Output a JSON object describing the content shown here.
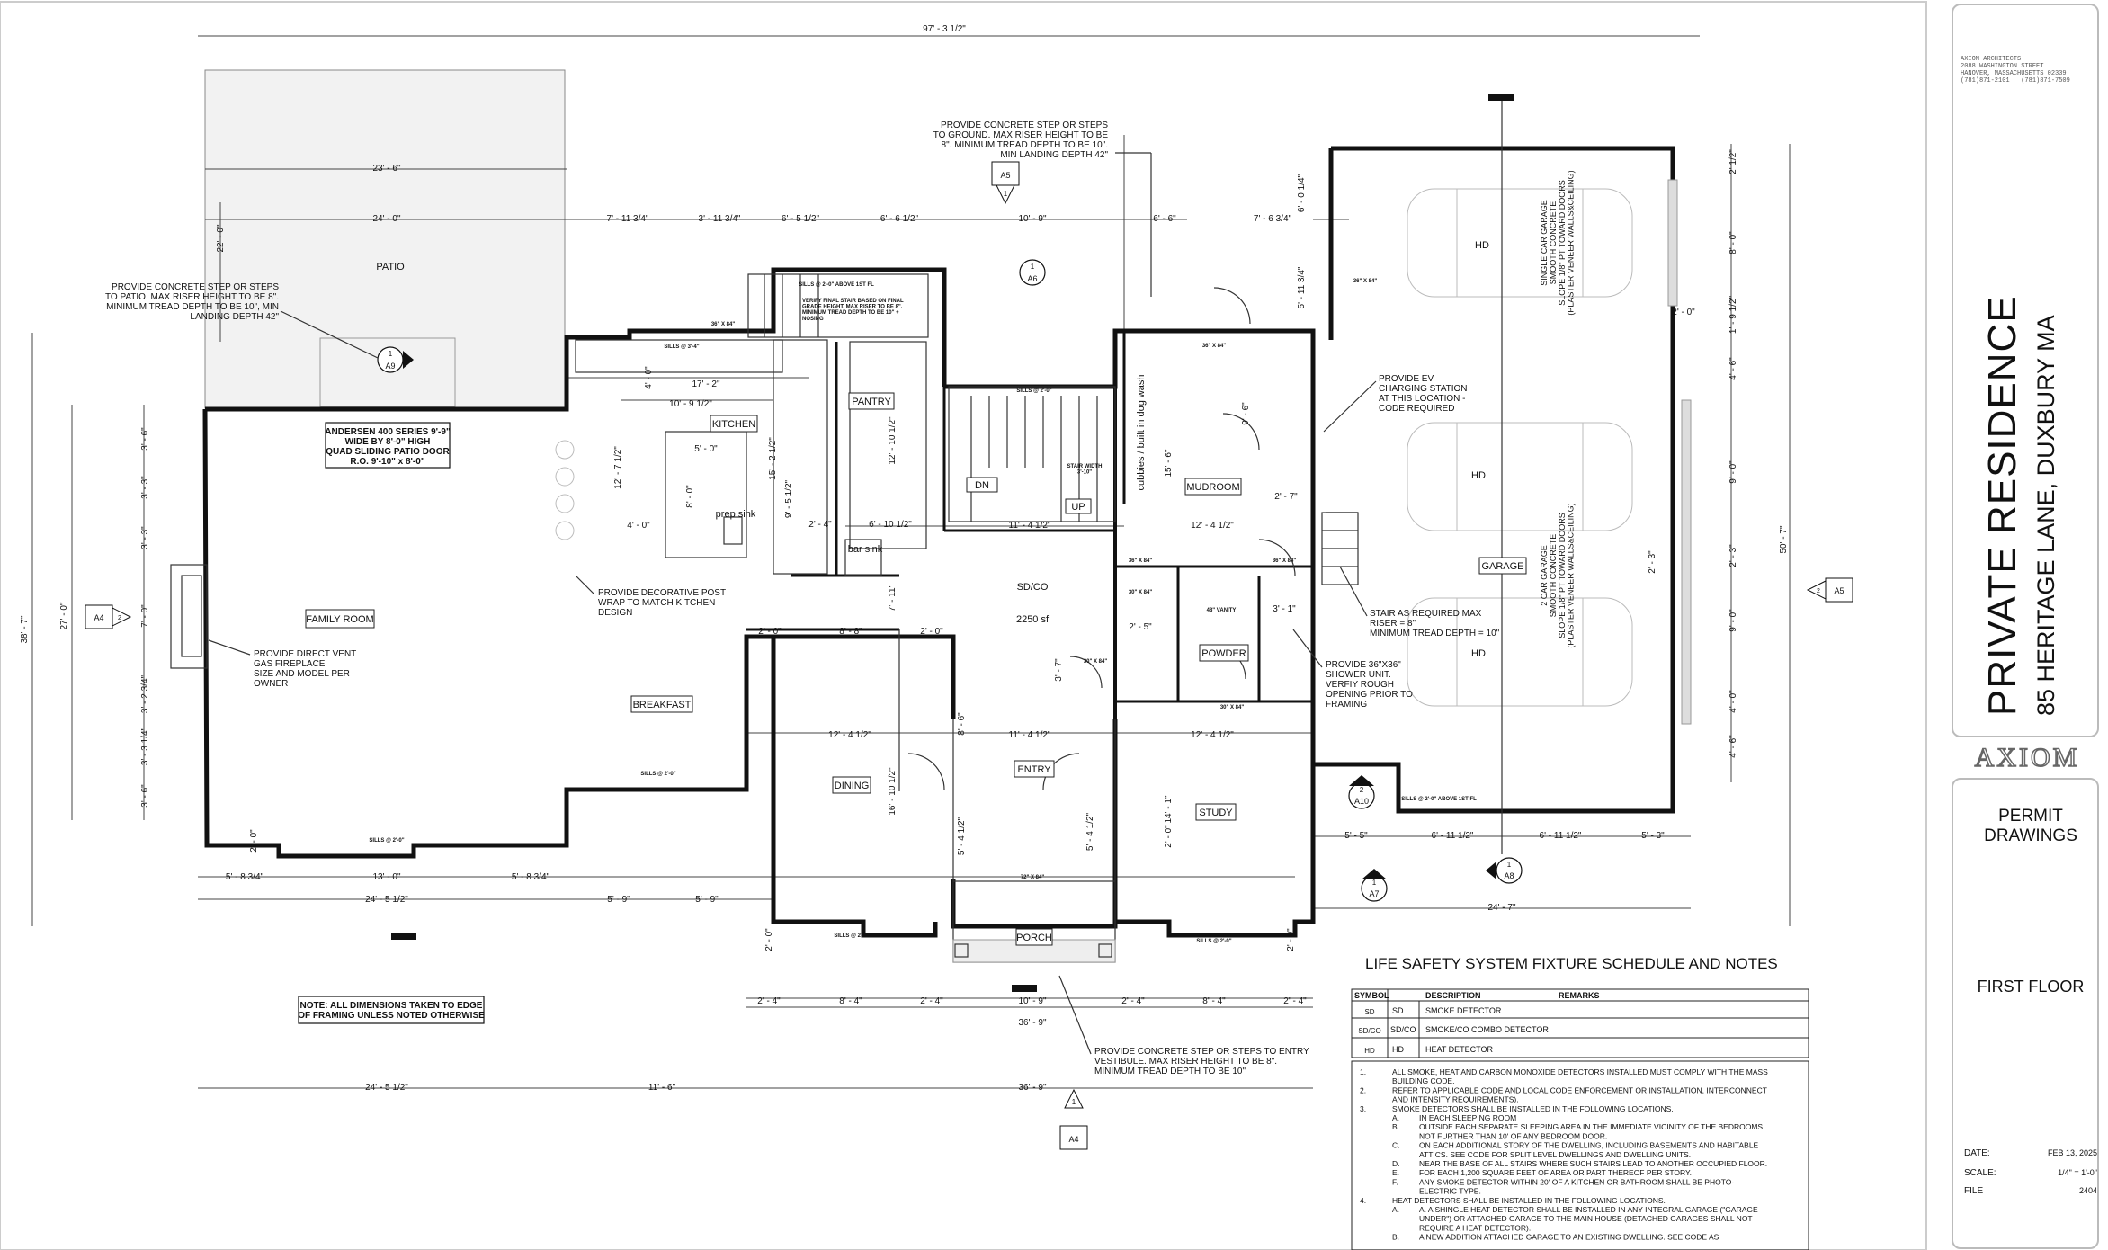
{
  "titleblock": {
    "firm_lines": "AXIOM ARCHITECTS\n2088 WASHINGTON STREET\nHANOVER, MASSACHUSETTS 02339\n(781)871-2101   (781)871-7509",
    "project_title": "PRIVATE RESIDENCE",
    "project_address": "85 HERITAGE LANE, DUXBURY MA",
    "logo": "AXIOM",
    "permit": "PERMIT DRAWINGS",
    "sheet_title": "FIRST FLOOR",
    "date_label": "DATE:",
    "date_value": "FEB 13, 2025",
    "scale_label": "SCALE:",
    "scale_value": "1/4\" = 1'-0\"",
    "file_label": "FILE",
    "file_value": "2404"
  },
  "rooms": {
    "patio": "PATIO",
    "family_room": "FAMILY ROOM",
    "kitchen": "KITCHEN",
    "pantry": "PANTRY",
    "breakfast": "BREAKFAST",
    "dining": "DINING",
    "entry": "ENTRY",
    "study": "STUDY",
    "powder": "POWDER",
    "mudroom": "MUDROOM",
    "garage": "GARAGE",
    "porch": "PORCH",
    "dn": "DN",
    "up": "UP",
    "prep_sink": "prep sink",
    "bar_sink": "bar sink",
    "dog_wash": "dog wash",
    "cubbies": "cubbies / built in",
    "sdco": "SD/CO",
    "area": "2250 sf",
    "hd": "HD"
  },
  "dims": {
    "overall_top": "97' - 3 1/2\"",
    "d23_6": "23' - 6\"",
    "d24_0": "24' - 0\"",
    "d7_11": "7' - 11 3/4\"",
    "d3_11": "3' - 11 3/4\"",
    "d6_5": "6' - 5 1/2\"",
    "d6_6h": "6' - 6 1/2\"",
    "d10_9": "10' - 9\"",
    "d6_6": "6' - 6\"",
    "d7_6": "7' - 6 3/4\"",
    "d22_0": "22' - 0\"",
    "d17_2": "17' - 2\"",
    "d10_9h": "10' - 9 1/2\"",
    "d5_0": "5' - 0\"",
    "d4_0": "4' - 0\"",
    "d12_7": "12' - 7 1/2\"",
    "d15_2": "15' - 2 1/2\"",
    "d9_5": "9' - 5 1/2\"",
    "d12_10": "12' - 10 1/2\"",
    "d2_4": "2' - 4\"",
    "d6_10": "6' - 10 1/2\"",
    "d11_4": "11' - 4 1/2\"",
    "d12_4": "12' - 4 1/2\"",
    "d7_11v": "7' - 11\"",
    "d2_0": "2' - 0\"",
    "d8_8": "8' - 8\"",
    "d16_10": "16' - 10 1/2\"",
    "d8_6": "8' - 6\"",
    "d5_4": "5' - 4 1/2\"",
    "d14_1": "14' - 1\"",
    "d3_1": "3' - 1\"",
    "d2_5": "2' - 5\"",
    "d3_7": "3' - 7\"",
    "d15_6": "15' - 6\"",
    "d9_6": "9' - 6\"",
    "d2_7": "2' - 7\"",
    "d38_7": "38' - 7\"",
    "d27_0": "27' - 0\"",
    "d3_6": "3' - 6\"",
    "d3_3": "3' - 3\"",
    "d7_0": "7' - 0\"",
    "d3_2": "3' - 2 3/4\"",
    "d3_3q": "3' - 3 1/4\"",
    "d5_8": "5' - 8 3/4\"",
    "d13_0": "13' - 0\"",
    "d24_5": "24' - 5 1/2\"",
    "d5_9": "5' - 9\"",
    "d8_4": "8' - 4\"",
    "d36_9": "36' - 9\"",
    "d11_6": "11' - 6\"",
    "d5_5": "5' - 5\"",
    "d6_11": "6' - 11 1/2\"",
    "d5_3": "5' - 3\"",
    "d24_7": "24' - 7\"",
    "d50_7": "50' - 7\"",
    "d6_0": "6' - 0 1/4\"",
    "d5_11": "5' - 11 3/4\"",
    "d2_1": "2' 1/2\"",
    "d8_0": "8' - 0\"",
    "d1_9": "1' - 9 1/2\"",
    "d4_6": "4' - 6\"",
    "d9_0": "9' - 0\"",
    "d2_3": "2' - 3\"",
    "d4_0b": "4' - 0\"",
    "d9_6b": "9' - 6\""
  },
  "notes": {
    "step_patio": "PROVIDE CONCRETE STEP OR STEPS\nTO PATIO. MAX RISER HEIGHT TO BE 8\".\nMINIMUM TREAD DEPTH TO BE 10\", MIN\nLANDING DEPTH 42\"",
    "step_ground": "PROVIDE CONCRETE STEP OR STEPS\nTO GROUND. MAX RISER HEIGHT TO BE\n8\". MINIMUM TREAD DEPTH TO BE 10\".\nMIN LANDING DEPTH 42\"",
    "andersen": "ANDERSEN 400 SERIES 9'-9\"\nWIDE BY 8'-0\" HIGH\nQUAD SLIDING PATIO DOOR\nR.O. 9'-10\" x 8'-0\"",
    "decorative_post": "PROVIDE DECORATIVE POST\nWRAP TO MATCH KITCHEN\nDESIGN",
    "fireplace": "PROVIDE DIRECT VENT\nGAS FIREPLACE\nSIZE AND MODEL PER\nOWNER",
    "ev": "PROVIDE EV\nCHARGING STATION\nAT THIS LOCATION -\nCODE REQUIRED",
    "stair_req": "STAIR AS REQUIRED MAX\nRISER = 8\"\nMINIMUM TREAD DEPTH = 10\"",
    "shower": "PROVIDE 36\"X36\"\nSHOWER UNIT.\nVERFIY ROUGH\nOPENING PRIOR TO\nFRAMING",
    "step_entry": "PROVIDE CONCRETE STEP OR STEPS TO ENTRY\nVESTIBULE. MAX RISER HEIGHT TO BE 8\".\nMINIMUM TREAD DEPTH TO BE 10\"",
    "dimension_note": "NOTE: ALL DIMENSIONS TAKEN TO EDGE\nOF FRAMING UNLESS NOTED OTHERWISE",
    "stair_final": "VERIFY FINAL STAIR BASED ON FINAL\nGRADE HEIGHT. MAX RISER TO BE 8\".\nMINIMUM TREAD DEPTH TO BE 10\" +\nNOSING",
    "garage_single": "SINGLE CAR GARAGE\nSMOOTH CONCRETE\nSLOPE 1/8\" PT TOWARD DOORS\n(PLASTER VENEER WALLS&CEILING)",
    "garage_double": "2 CAR GARAGE\nSMOOTH CONCRETE\nSLOPE 1/8\" PT TOWARD DOORS\n(PLASTER VENEER WALLS&CEILING)",
    "sills_above": "SILLS @ 2'-0\" ABOVE 1ST FL",
    "sills_2_0": "SILLS @ 2'-0\"",
    "sills_3_4": "SILLS @ 3'-4\"",
    "stair_width": "STAIR WIDTH\n3'-10\"",
    "win_36x84": "36\" X 84\"",
    "win_30x84": "30\" X 84\"",
    "win_48": "48\" VANITY",
    "door_72": "72\" X 84\""
  },
  "tags": {
    "a4": "A4",
    "a5": "A5",
    "a6": "A6",
    "a7": "A7",
    "a8": "A8",
    "a9": "A9",
    "a10": "A10",
    "n1": "1",
    "n2": "2"
  },
  "schedule": {
    "title": "LIFE SAFETY SYSTEM FIXTURE SCHEDULE AND NOTES",
    "headers": [
      "SYMBOL",
      "DESCRIPTION",
      "REMARKS"
    ],
    "rows": [
      {
        "sym": "SD",
        "abbr": "SD",
        "desc": "SMOKE DETECTOR"
      },
      {
        "sym": "SD/CO",
        "abbr": "SD/CO",
        "desc": "SMOKE/CO COMBO DETECTOR"
      },
      {
        "sym": "HD",
        "abbr": "HD",
        "desc": "HEAT DETECTOR"
      }
    ],
    "notes": [
      {
        "n": "1.",
        "t": "ALL SMOKE, HEAT AND CARBON MONOXIDE DETECTORS INSTALLED MUST COMPLY WITH THE MASS"
      },
      {
        "n": "",
        "t": "BUILDING  CODE."
      },
      {
        "n": "2.",
        "t": "REFER TO APPLICABLE CODE AND LOCAL CODE ENFORCEMENT OR INSTALLATION, INTERCONNECT"
      },
      {
        "n": "",
        "t": "AND INTENSITY REQUIREMENTS)."
      },
      {
        "n": "3.",
        "t": "SMOKE DETECTORS SHALL BE INSTALLED IN THE FOLLOWING LOCATIONS."
      },
      {
        "n": "A.",
        "t": "IN EACH SLEEPING ROOM",
        "sub": true
      },
      {
        "n": "B.",
        "t": "OUTSIDE EACH SEPARATE SLEEPING AREA IN THE IMMEDIATE VICINITY OF THE BEDROOMS.",
        "sub": true
      },
      {
        "n": "",
        "t": "NOT FURTHER THAN 10' OF ANY BEDROOM DOOR.",
        "sub": true
      },
      {
        "n": "C.",
        "t": "ON EACH ADDITIONAL STORY OF THE DWELLING, INCLUDING BASEMENTS AND HABITABLE",
        "sub": true
      },
      {
        "n": "",
        "t": "ATTICS.  SEE CODE FOR SPLIT LEVEL DWELLINGS AND DWELLING UNITS.",
        "sub": true
      },
      {
        "n": "D.",
        "t": "NEAR THE BASE OF ALL STAIRS WHERE SUCH STAIRS LEAD TO ANOTHER OCCUPIED FLOOR.",
        "sub": true
      },
      {
        "n": "E.",
        "t": "FOR EACH 1,200 SQUARE FEET OF AREA OR PART THEREOF PER STORY.",
        "sub": true
      },
      {
        "n": "F.",
        "t": "ANY SMOKE DETECTOR WITHIN 20' OF A KITCHEN OR BATHROOM SHALL BE PHOTO-",
        "sub": true
      },
      {
        "n": "",
        "t": "ELECTRIC TYPE.",
        "sub": true
      },
      {
        "n": "4.",
        "t": "HEAT DETECTORS SHALL BE INSTALLED IN THE FOLLOWING LOCATIONS."
      },
      {
        "n": "A.",
        "t": "A. A SHINGLE HEAT DETECTOR SHALL BE INSTALLED IN ANY INTEGRAL GARAGE (\"GARAGE",
        "sub": true
      },
      {
        "n": "",
        "t": "UNDER\") OR ATTACHED GARAGE TO THE MAIN HOUSE (DETACHED GARAGES SHALL NOT",
        "sub": true
      },
      {
        "n": "",
        "t": "REQUIRE A HEAT DETECTOR).",
        "sub": true
      },
      {
        "n": "B.",
        "t": "A NEW ADDITION ATTACHED GARAGE TO AN EXISTING DWELLING.  SEE CODE AS",
        "sub": true
      }
    ]
  }
}
